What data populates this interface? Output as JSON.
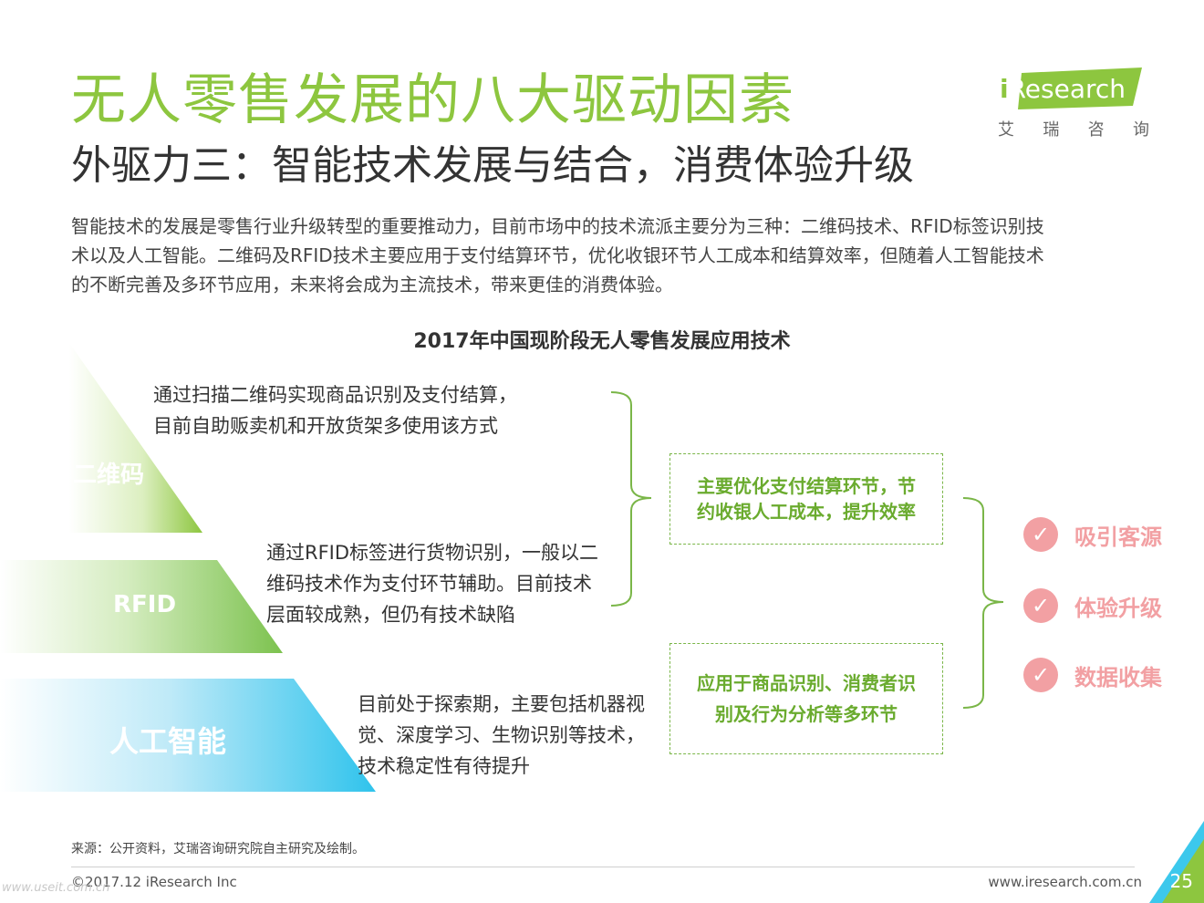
{
  "header": {
    "title": "无人零售发展的八大驱动因素",
    "subtitle": "外驱力三：智能技术发展与结合，消费体验升级",
    "intro_lines": [
      "智能技术的发展是零售行业升级转型的重要推动力，目前市场中的技术流派主要分为三种：二维码技术、RFID标签识别技",
      "术以及人工智能。二维码及RFID技术主要应用于支付结算环节，优化收银环节人工成本和结算效率，但随着人工智能技术",
      "的不断完善及多环节应用，未来将会成为主流技术，带来更佳的消费体验。"
    ]
  },
  "logo": {
    "brand_i": "i",
    "brand_rest": "Research",
    "cn_chars": [
      "艾",
      "瑞",
      "咨",
      "询"
    ],
    "color": "#8dc63f"
  },
  "diagram": {
    "title": "2017年中国现阶段无人零售发展应用技术",
    "technologies": [
      {
        "name": "二维码",
        "color": "#8dc63f",
        "desc_lines": [
          "通过扫描二维码实现商品识别及支付结算，",
          "目前自助贩卖机和开放货架多使用该方式"
        ]
      },
      {
        "name": "RFID",
        "color": "#7cc24e",
        "desc_lines": [
          "通过RFID标签进行货物识别，一般以二",
          "维码技术作为支付环节辅助。目前技术",
          "层面较成熟，但仍有技术缺陷"
        ]
      },
      {
        "name": "人工智能",
        "color": "#3cc8ec",
        "desc_lines": [
          "目前处于探索期，主要包括机器视",
          "觉、深度学习、生物识别等技术，",
          "技术稳定性有待提升"
        ]
      }
    ],
    "outcomes": [
      {
        "lines": [
          "主要优化支付结算环节，节",
          "约收银人工成本，提升效率"
        ]
      },
      {
        "lines": [
          "应用于商品识别、消费者识",
          "别及行为分析等多环节"
        ]
      }
    ],
    "benefits": [
      {
        "label": "吸引客源",
        "icon": "check-icon"
      },
      {
        "label": "体验升级",
        "icon": "check-icon"
      },
      {
        "label": "数据收集",
        "icon": "check-icon"
      }
    ],
    "accent_green": "#7ab648",
    "accent_pink": "#f2a0a3"
  },
  "footer": {
    "source": "来源：公开资料，艾瑞咨询研究院自主研究及绘制。",
    "copyright": "©2017.12 iResearch Inc",
    "website": "www.iresearch.com.cn",
    "page_number": "25",
    "watermark": "www.useit.com.cn"
  }
}
